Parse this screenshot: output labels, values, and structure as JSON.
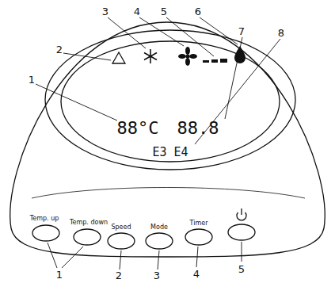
{
  "diagram": {
    "labels": [
      "1",
      "2",
      "3",
      "4",
      "5",
      "6",
      "7",
      "8",
      "88°C",
      "88.8",
      "E3 E4",
      "Temp. up",
      "Temp. down",
      "Speed",
      "Mode",
      "Timer",
      "1",
      "2",
      "3",
      "4",
      "5"
    ]
  }
}
